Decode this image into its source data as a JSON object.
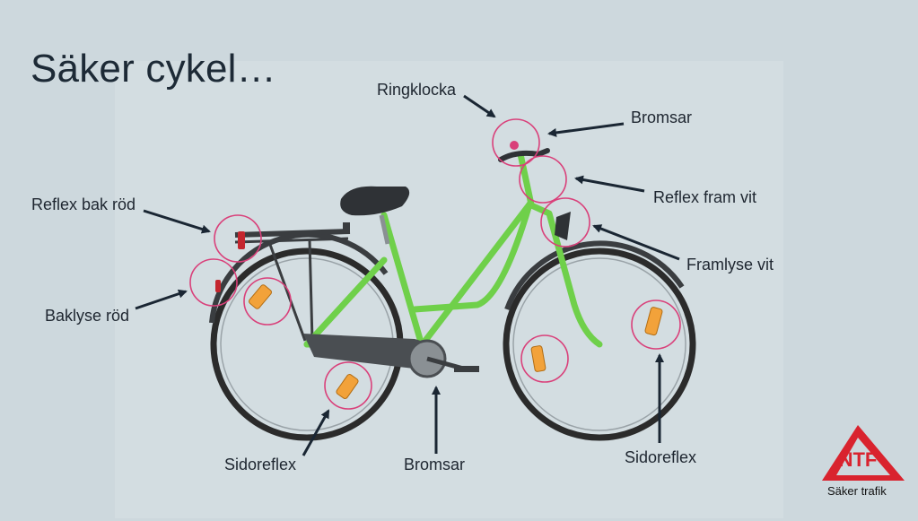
{
  "title": "Säker cykel…",
  "labels": {
    "ringklocka": "Ringklocka",
    "bromsar_top": "Bromsar",
    "reflex_fram": "Reflex fram vit",
    "framlyse": "Framlyse vit",
    "reflex_bak": "Reflex bak röd",
    "baklyse": "Baklyse röd",
    "sidoreflex_left": "Sidoreflex",
    "bromsar_bottom": "Bromsar",
    "sidoreflex_right": "Sidoreflex"
  },
  "logo": {
    "mark": "NTF",
    "caption": "Säker trafik"
  },
  "colors": {
    "frame": "#6fd04a",
    "highlight_circle": "#d9407a",
    "arrow": "#1a2633",
    "reflector": "#f2a23a",
    "logo_red": "#d9232e"
  }
}
